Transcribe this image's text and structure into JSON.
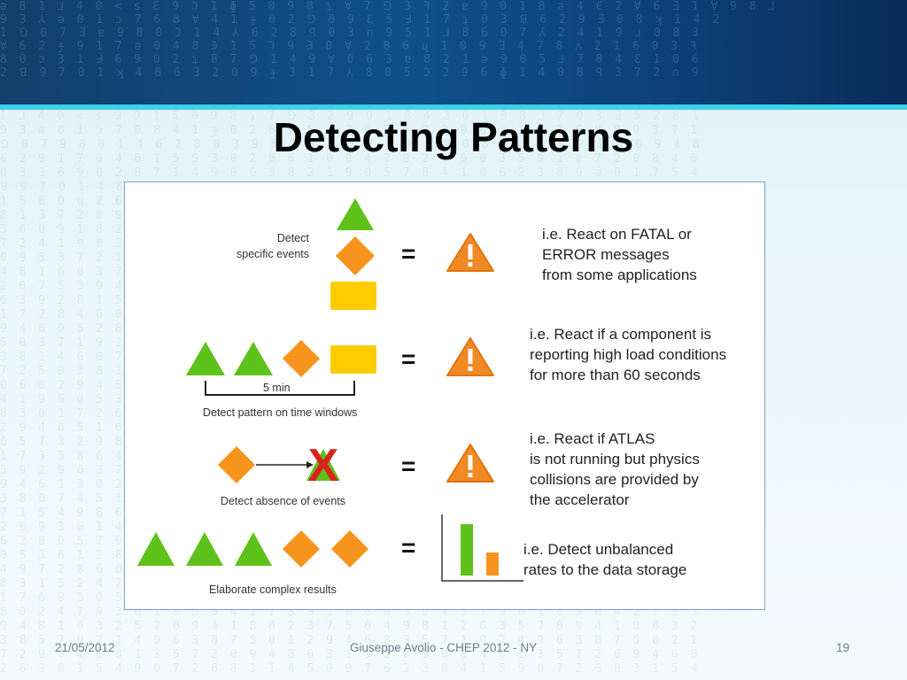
{
  "slide": {
    "title": "Detecting Patterns"
  },
  "diagram": {
    "rows": [
      {
        "caption": "Detect\nspecific events",
        "equals": "=",
        "description": "i.e. React on FATAL or\nERROR messages\nfrom some applications"
      },
      {
        "caption": "Detect pattern on time windows",
        "time_window": "5 min",
        "equals": "=",
        "description": "i.e. React if a component is\nreporting high load conditions\nfor more than 60 seconds"
      },
      {
        "caption": "Detect absence of events",
        "equals": "=",
        "description": "i.e. React if ATLAS\nis not running but physics\ncollisions are provided by\nthe accelerator"
      },
      {
        "caption": "Elaborate complex results",
        "equals": "=",
        "description": "i.e. Detect unbalanced\nrates to the data storage"
      }
    ],
    "colors": {
      "triangle": "#5fc21a",
      "diamond": "#f7941d",
      "rectangle": "#ffcc00",
      "warning": "#f08a24",
      "cross": "#d9231c"
    },
    "icons": [
      "triangle-event-icon",
      "diamond-event-icon",
      "rectangle-event-icon",
      "warning-icon",
      "cross-icon",
      "bar-chart-icon"
    ]
  },
  "footer": {
    "date": "21/05/2012",
    "author": "Giuseppe Avolio - CHEP 2012 - NY",
    "page": "19"
  }
}
